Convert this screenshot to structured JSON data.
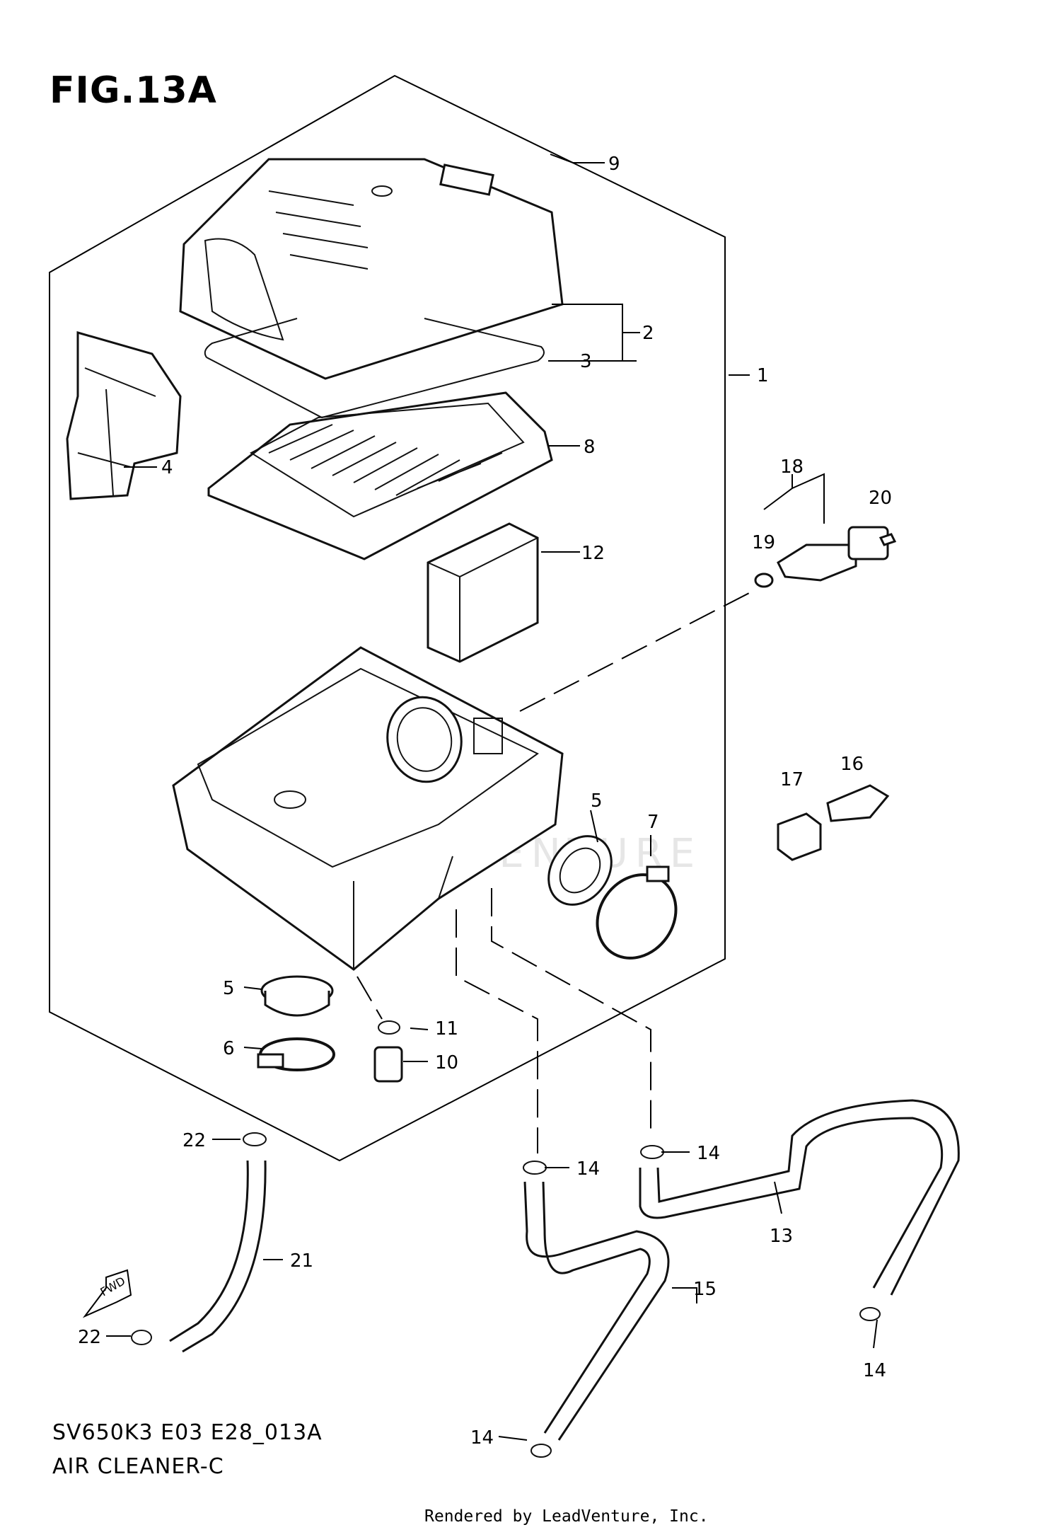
{
  "figure": {
    "title": "FIG.13A",
    "code": "SV650K3 E03 E28_013A",
    "subtitle": "AIR CLEANER-C",
    "credit": "Rendered by LeadVenture, Inc.",
    "watermark": "LEADVENTURE",
    "fwd_label": "FWD"
  },
  "callouts": [
    {
      "id": "1",
      "label": "1"
    },
    {
      "id": "2",
      "label": "2"
    },
    {
      "id": "3",
      "label": "3"
    },
    {
      "id": "4",
      "label": "4"
    },
    {
      "id": "5a",
      "label": "5"
    },
    {
      "id": "5b",
      "label": "5"
    },
    {
      "id": "6",
      "label": "6"
    },
    {
      "id": "7",
      "label": "7"
    },
    {
      "id": "8",
      "label": "8"
    },
    {
      "id": "9",
      "label": "9"
    },
    {
      "id": "10",
      "label": "10"
    },
    {
      "id": "11",
      "label": "11"
    },
    {
      "id": "12",
      "label": "12"
    },
    {
      "id": "13",
      "label": "13"
    },
    {
      "id": "14a",
      "label": "14"
    },
    {
      "id": "14b",
      "label": "14"
    },
    {
      "id": "14c",
      "label": "14"
    },
    {
      "id": "14d",
      "label": "14"
    },
    {
      "id": "15",
      "label": "15"
    },
    {
      "id": "16",
      "label": "16"
    },
    {
      "id": "17",
      "label": "17"
    },
    {
      "id": "18",
      "label": "18"
    },
    {
      "id": "19",
      "label": "19"
    },
    {
      "id": "20",
      "label": "20"
    },
    {
      "id": "21",
      "label": "21"
    },
    {
      "id": "22a",
      "label": "22"
    },
    {
      "id": "22b",
      "label": "22"
    }
  ]
}
